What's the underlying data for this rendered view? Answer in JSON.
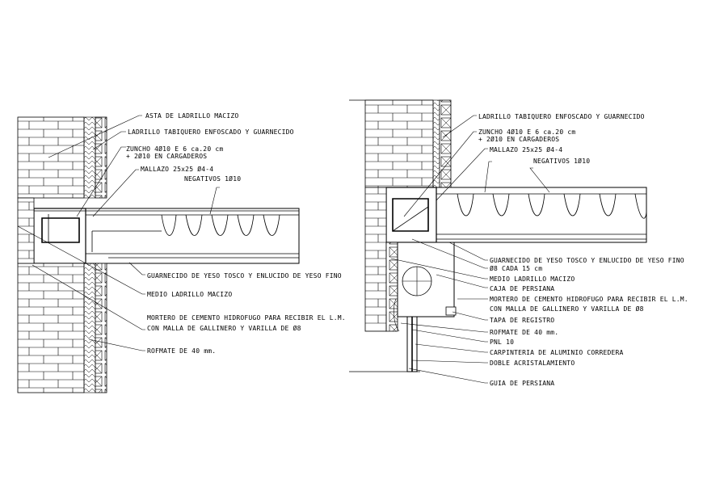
{
  "left_detail": {
    "labels": [
      "ASTA DE LADRILLO MACIZO",
      "LADRILLO TABIQUERO ENFOSCADO Y GUARNECIDO",
      "ZUNCHO 4Ø10 E 6 ca.20 cm",
      "+ 2Ø10 EN CARGADEROS",
      "MALLAZO 25x25 Ø4-4",
      "NEGATIVOS 1Ø10",
      "GUARNECIDO DE YESO TOSCO Y ENLUCIDO DE YESO FINO",
      "MEDIO LADRILLO MACIZO",
      "MORTERO DE CEMENTO HIDROFUGO PARA RECIBIR EL L.M.",
      "CON MALLA DE GALLINERO Y VARILLA DE Ø8",
      "ROFMATE DE 40 mm."
    ]
  },
  "right_detail": {
    "labels": [
      "LADRILLO TABIQUERO ENFOSCADO Y GUARNECIDO",
      "ZUNCHO 4Ø10 E 6 ca.20 cm",
      "+ 2Ø10 EN CARGADEROS",
      "MALLAZO 25x25 Ø4-4",
      "NEGATIVOS 1Ø10",
      "GUARNECIDO DE YESO TOSCO Y ENLUCIDO DE YESO FINO",
      "Ø8 CADA 15 cm",
      "MEDIO LADRILLO MACIZO",
      "CAJA DE PERSIANA",
      "MORTERO DE CEMENTO HIDROFUGO PARA RECIBIR EL L.M.",
      "CON MALLA DE GALLINERO Y VARILLA DE Ø8",
      "TAPA DE REGISTRO",
      "ROFMATE DE 40 mm.",
      "PNL 10",
      "CARPINTERIA DE ALUMINIO CORREDERA",
      "DOBLE ACRISTALAMIENTO",
      "GUIA DE PERSIANA"
    ]
  }
}
